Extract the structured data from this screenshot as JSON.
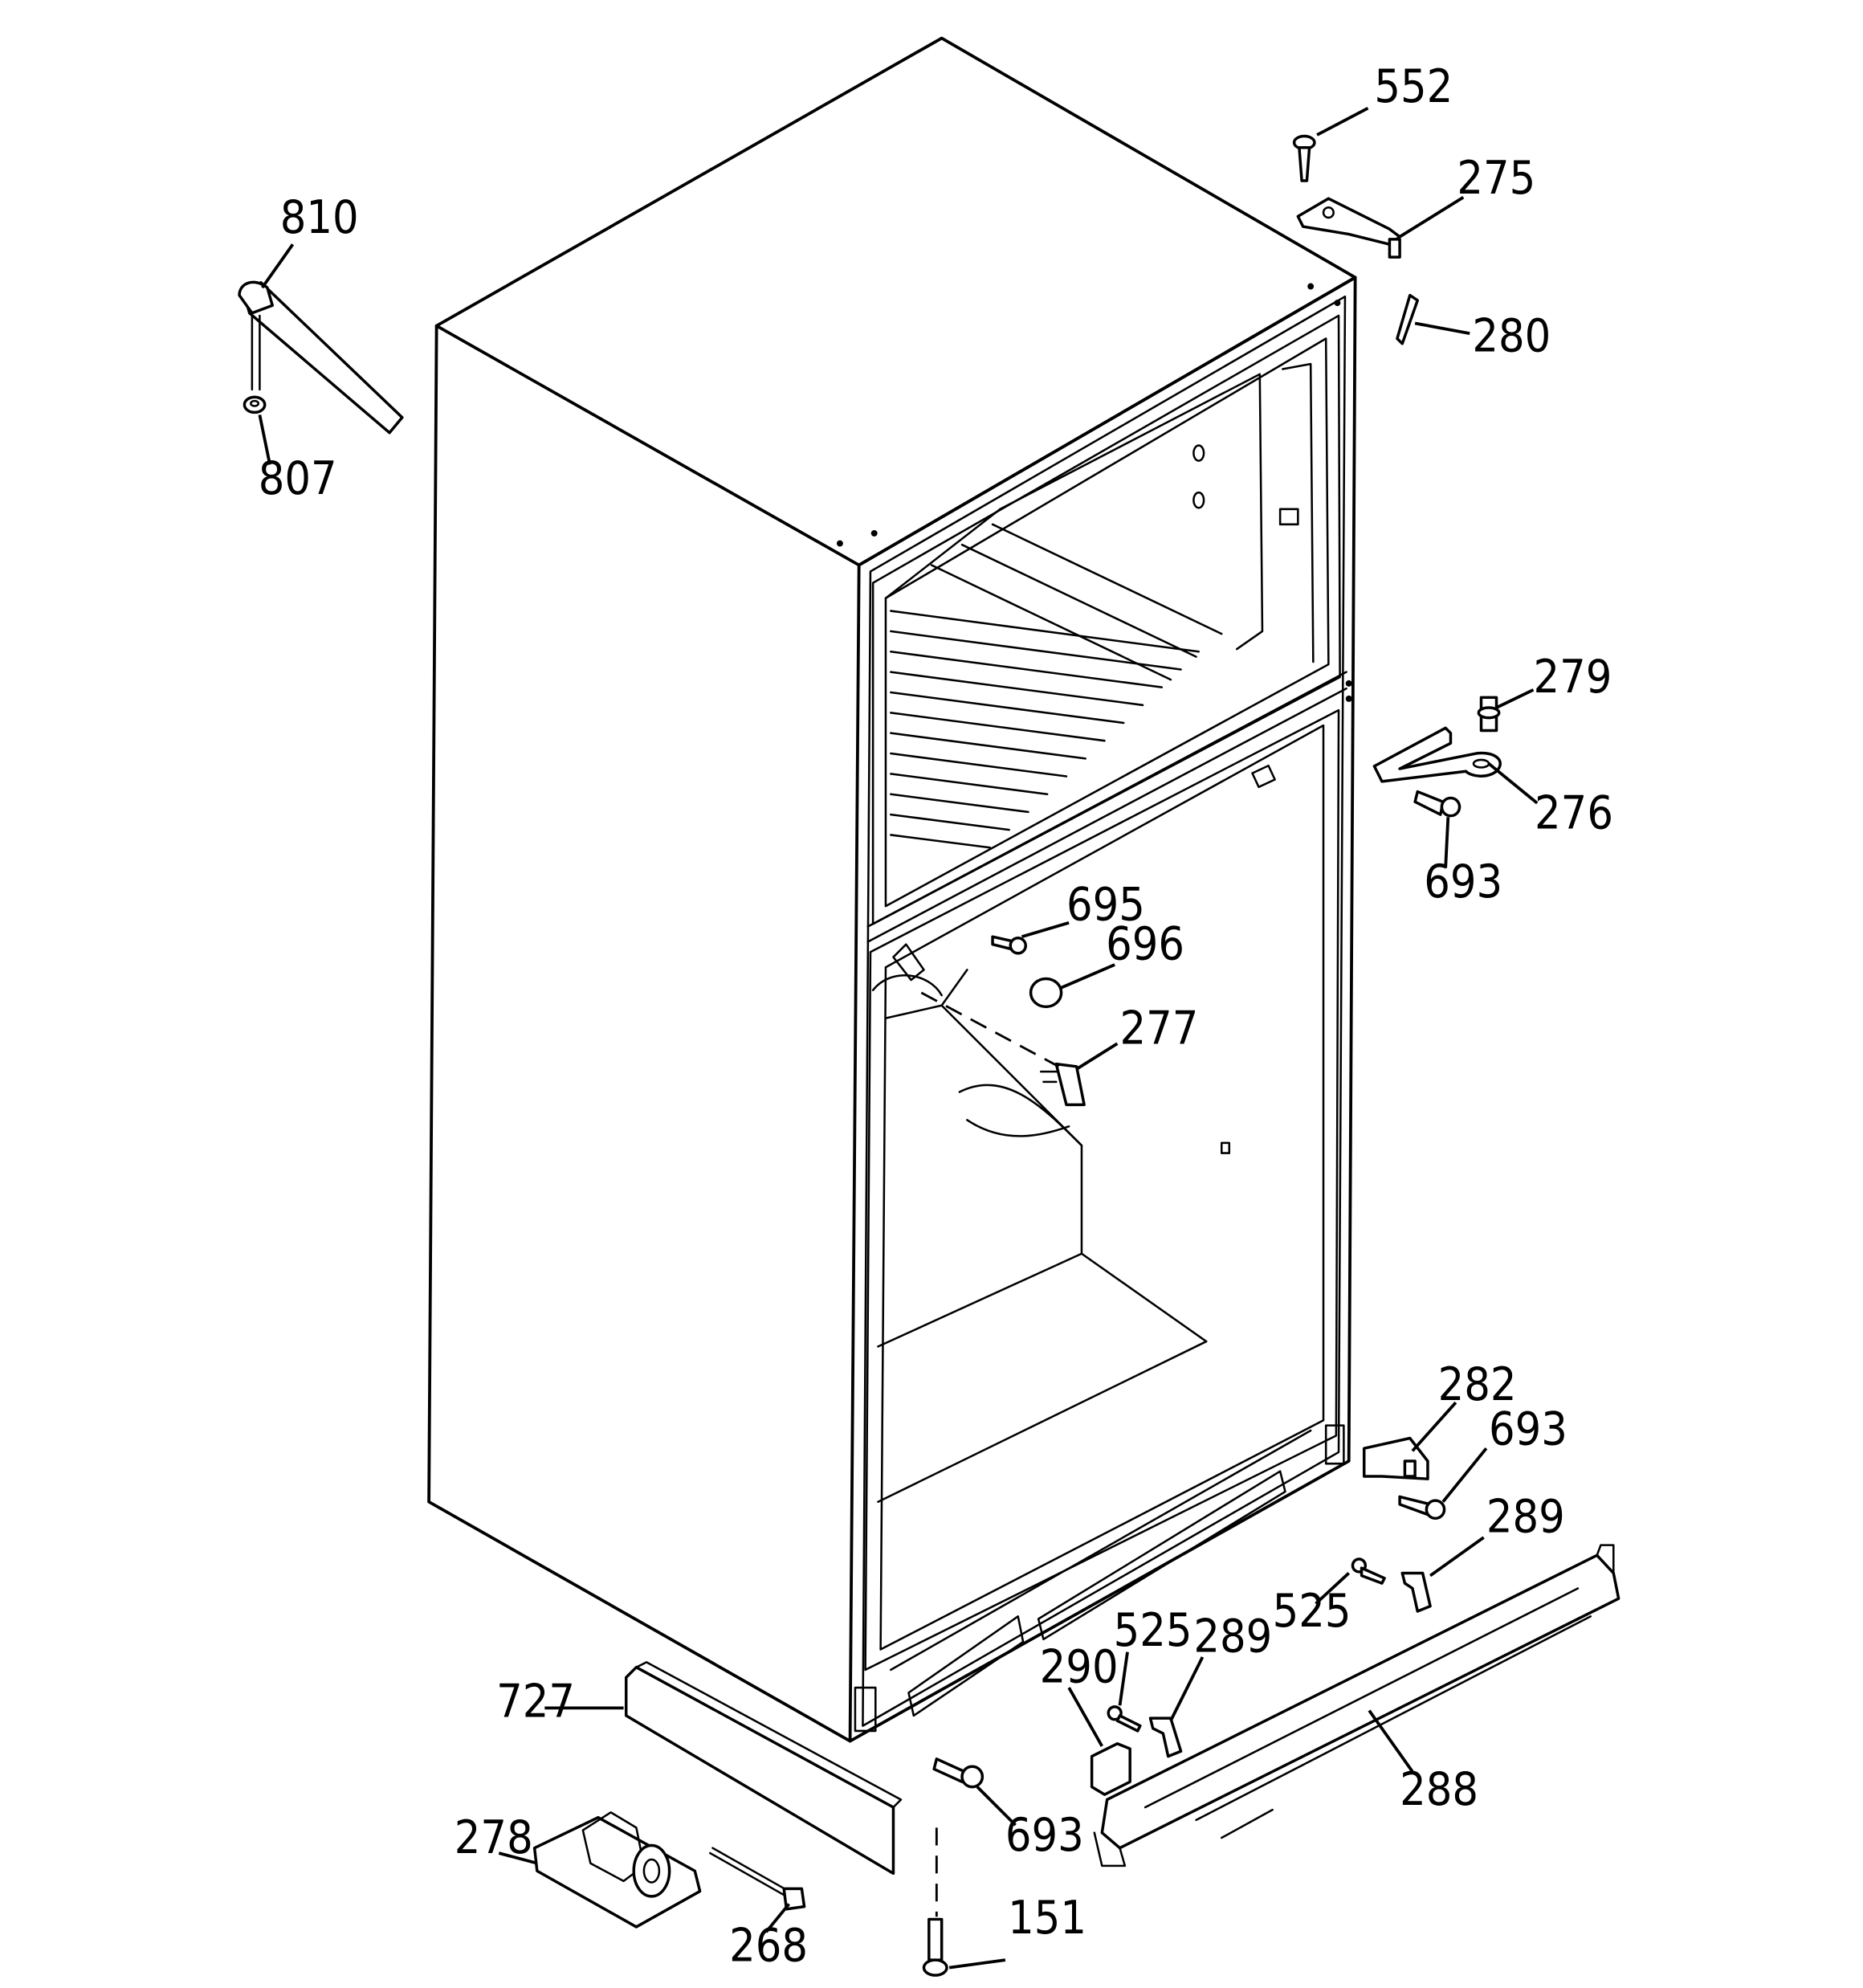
{
  "callouts": {
    "c552": "552",
    "c275": "275",
    "c280": "280",
    "c810": "810",
    "c807": "807",
    "c279": "279",
    "c276": "276",
    "c693a": "693",
    "c695": "695",
    "c696": "696",
    "c277": "277",
    "c282": "282",
    "c693b": "693",
    "c289a": "289",
    "c525a": "525",
    "c525b": "525",
    "c289b": "289",
    "c290": "290",
    "c727": "727",
    "c288": "288",
    "c693c": "693",
    "c278": "278",
    "c268": "268",
    "c151": "151"
  }
}
